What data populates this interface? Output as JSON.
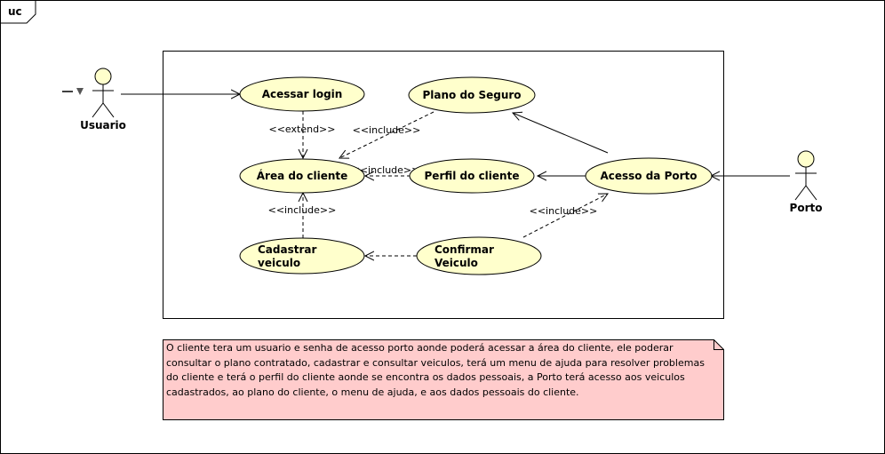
{
  "frame": {
    "tab_label": "uc"
  },
  "actors": {
    "usuario": {
      "name": "Usuario"
    },
    "porto": {
      "name": "Porto"
    }
  },
  "use_cases": {
    "acessar_login": {
      "label": "Acessar login"
    },
    "area_cliente": {
      "label": "Área do cliente"
    },
    "cadastrar_veiculo": {
      "line1": "Cadastrar",
      "line2": "veiculo"
    },
    "plano_seguro": {
      "label": "Plano do Seguro"
    },
    "perfil_cliente": {
      "label": "Perfil do cliente"
    },
    "confirmar_veiculo": {
      "line1": "Confirmar",
      "line2": "Veiculo"
    },
    "acesso_porto": {
      "label": "Acesso da Porto"
    }
  },
  "relations": {
    "extend": "<<extend>>",
    "include_plano": "<<include>>",
    "include_perfil": "<<include>>",
    "include_cadastrar": "<<include>>",
    "include_confirmar": "<<include>>"
  },
  "note": {
    "text": "O cliente tera um usuario e senha de acesso porto aonde poderá acessar a área do cliente, ele poderar consultar o plano contratado, cadastrar e consultar veiculos, terá um menu de ajuda para resolver problemas do cliente e terá o perfil do cliente aonde se encontra os dados pessoais, a Porto terá acesso aos veiculos cadastrados, ao plano do cliente, o menu de ajuda, e aos dados pessoais do cliente."
  },
  "colors": {
    "usecase_fill": "#ffffcc",
    "note_fill": "#ffcccc",
    "line": "#000000"
  }
}
